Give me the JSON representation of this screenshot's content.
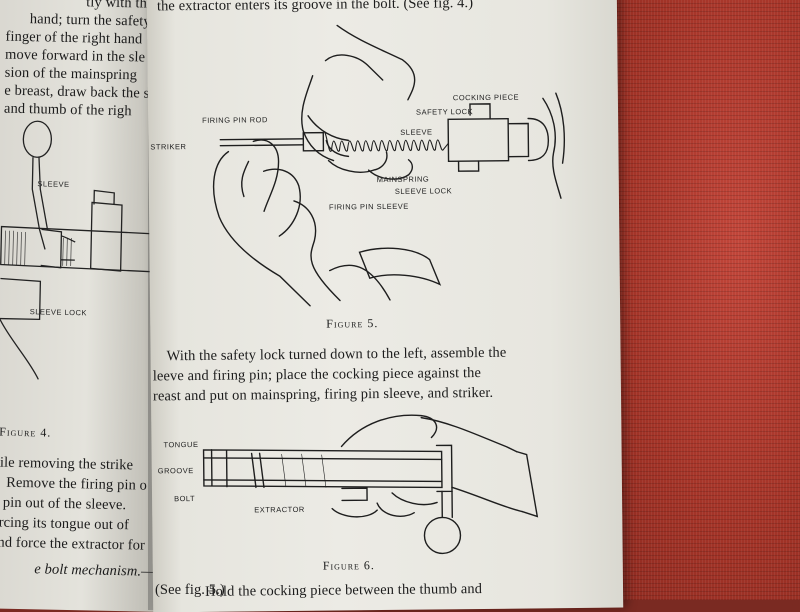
{
  "left_page": {
    "text_lines": [
      "tly with the",
      "hand; turn the safety",
      "finger of the right hand",
      "move forward in the sle",
      "sion of the mainspring",
      "e breast, draw back the s",
      "and thumb of the righ"
    ],
    "figure_caption": "Figure 4.",
    "figure_labels": {
      "sleeve": "SLEEVE",
      "sleeve_lock": "SLEEVE LOCK"
    },
    "bottom_lines": [
      "hile removing the strike",
      "Remove the firing pin o",
      "g pin out of the sleeve.",
      "orcing its tongue out of",
      "and force the extractor for",
      "e bolt mechanism.—",
      "(See fig. 5.)"
    ]
  },
  "right_page": {
    "top_line": "the extractor enters its groove in the bolt.  (See fig. 4.)",
    "figure5": {
      "caption": "Figure 5.",
      "labels": {
        "cocking_piece": "COCKING PIECE",
        "safety_lock": "SAFETY LOCK",
        "firing_pin_rod": "FIRING PIN ROD",
        "striker": "STRIKER",
        "sleeve": "SLEEVE",
        "mainspring": "MAINSPRING",
        "sleeve_lock": "SLEEVE LOCK",
        "firing_pin_sleeve": "FIRING PIN SLEEVE"
      }
    },
    "paragraph": [
      "With the safety lock turned down to the left, assemble the",
      "leeve and firing pin; place the cocking piece against the",
      "reast and put on mainspring, firing pin sleeve, and striker."
    ],
    "figure6": {
      "caption": "Figure 6.",
      "labels": {
        "tongue": "TONGUE",
        "groove": "GROOVE",
        "bolt": "BOLT",
        "extractor": "EXTRACTOR"
      }
    },
    "bottom_line": "Hold the cocking piece between the thumb and"
  }
}
